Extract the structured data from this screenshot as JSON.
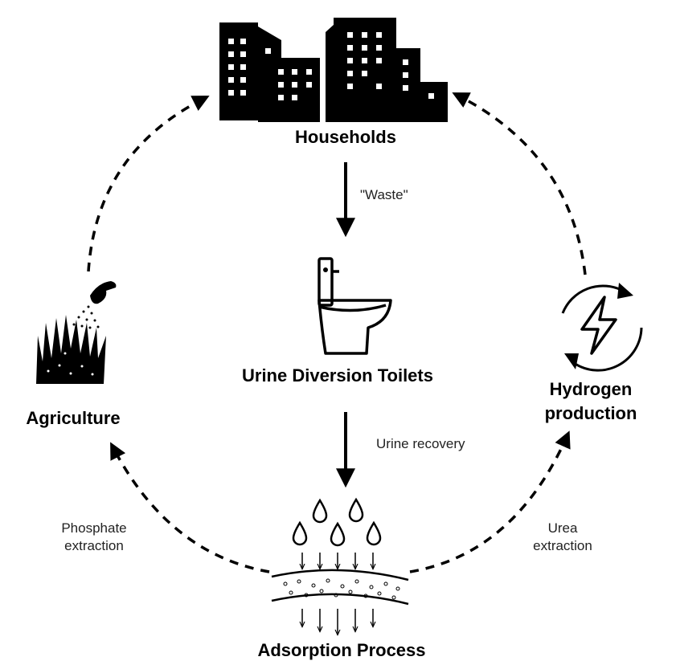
{
  "nodes": {
    "households": "Households",
    "toilets": "Urine Diversion Toilets",
    "adsorption": "Adsorption Process",
    "agriculture": "Agriculture",
    "hydrogen_line1": "Hydrogen",
    "hydrogen_line2": "production"
  },
  "edges": {
    "waste": "\"Waste\"",
    "urine_recovery": "Urine recovery",
    "phosphate_line1": "Phosphate",
    "phosphate_line2": "extraction",
    "urea_line1": "Urea",
    "urea_line2": "extraction"
  },
  "icons": [
    "buildings-icon",
    "toilet-icon",
    "droplets-icon",
    "membrane-icon",
    "plant-watering-icon",
    "renewable-energy-icon"
  ],
  "colors": {
    "ink": "#000000",
    "background": "#ffffff"
  }
}
